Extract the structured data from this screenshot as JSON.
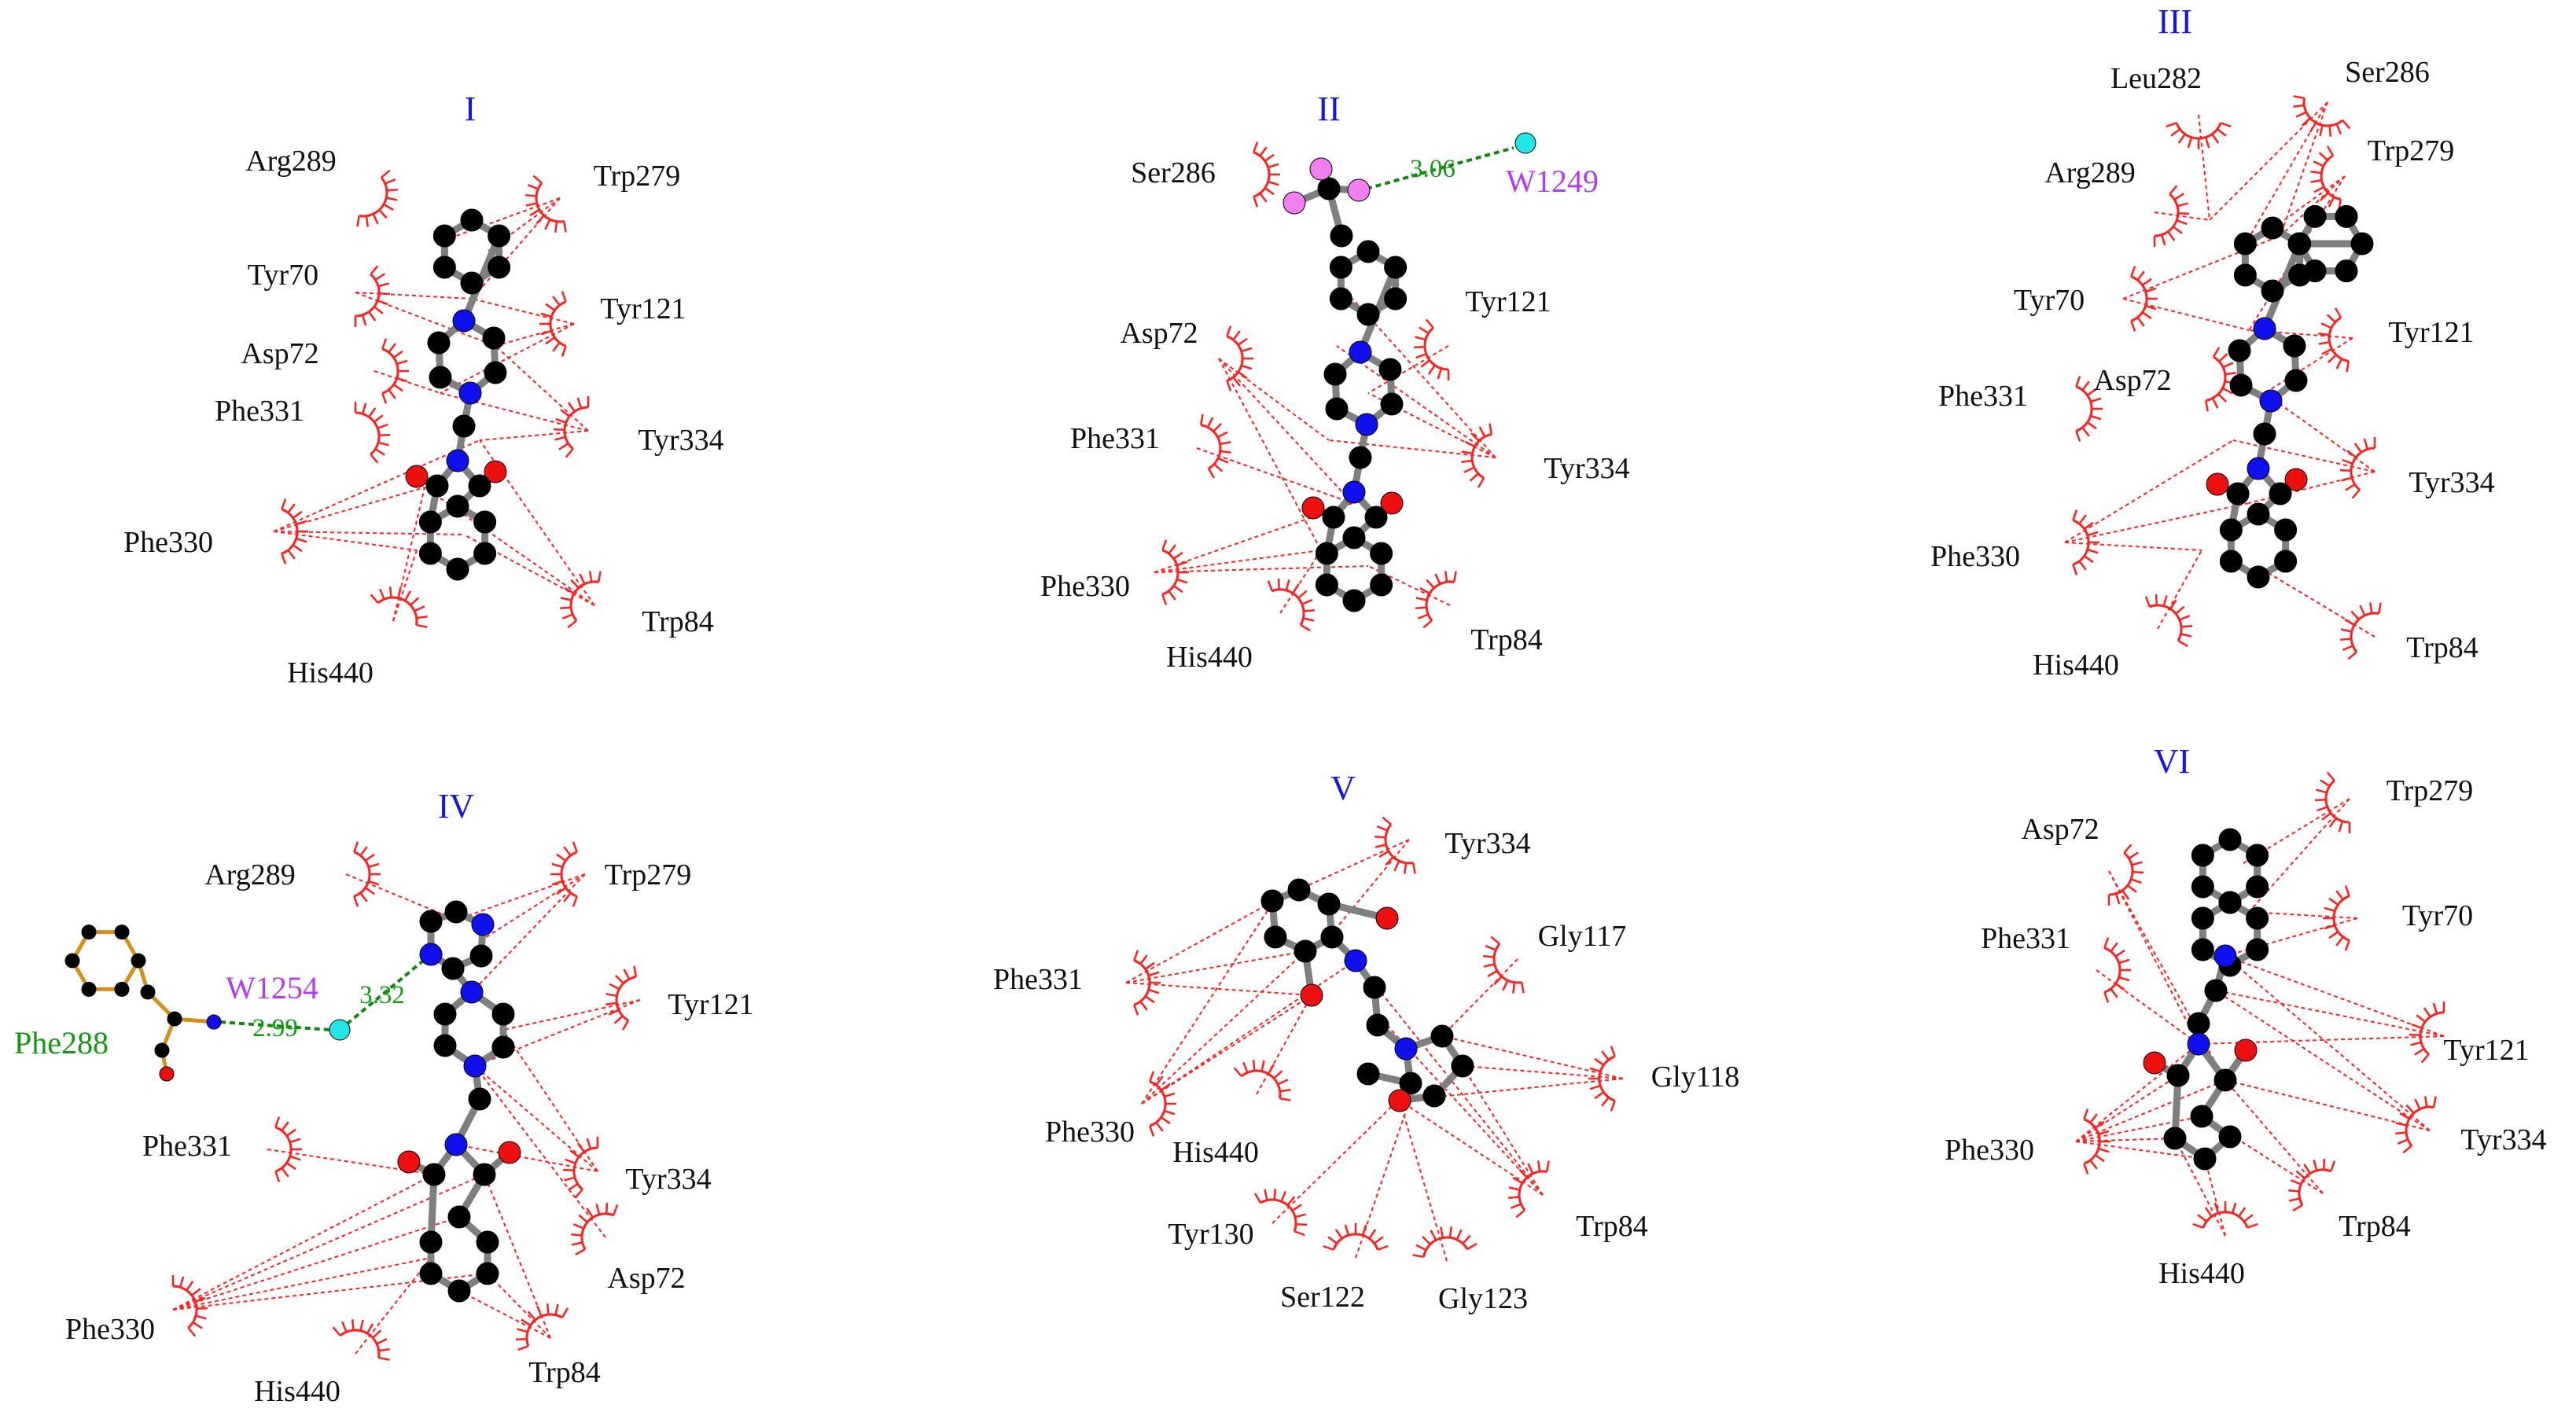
{
  "colors": {
    "panel_label": "#1515e6",
    "residue_label": "#111111",
    "contact_line": "#ff2020",
    "hbond_line": "#118811",
    "water_label": "#b43bf0",
    "green_label": "#119911",
    "distance_label": "#119911",
    "atom_carbon": "#000000",
    "atom_nitrogen": "#1010ee",
    "atom_oxygen": "#ee1010",
    "atom_fluorine": "#f080f0",
    "atom_water": "#22e6e6",
    "bond": "#7f7f7f",
    "side_chain_bond": "#d4901a"
  },
  "panels": [
    {
      "label": "I",
      "residues": [
        "Arg289",
        "Trp279",
        "Tyr70",
        "Tyr121",
        "Asp72",
        "Phe331",
        "Tyr334",
        "Phe330",
        "Trp84",
        "His440"
      ]
    },
    {
      "label": "II",
      "residues": [
        "Ser286",
        "Tyr121",
        "Asp72",
        "Phe331",
        "Tyr334",
        "Phe330",
        "His440",
        "Trp84"
      ],
      "water": "W1249",
      "distances": [
        "3.06"
      ]
    },
    {
      "label": "III",
      "residues": [
        "Leu282",
        "Ser286",
        "Arg289",
        "Trp279",
        "Tyr70",
        "Tyr121",
        "Phe331",
        "Asp72",
        "Tyr334",
        "Phe330",
        "His440",
        "Trp84"
      ]
    },
    {
      "label": "IV",
      "residues": [
        "Arg289",
        "Trp279",
        "Tyr121",
        "Phe331",
        "Tyr334",
        "Asp72",
        "Phe330",
        "His440",
        "Trp84"
      ],
      "side_chain_residue": "Phe288",
      "water": "W1254",
      "distances": [
        "3.32",
        "2.99"
      ]
    },
    {
      "label": "V",
      "residues": [
        "Tyr334",
        "Gly117",
        "Phe331",
        "Gly118",
        "Phe330",
        "His440",
        "Trp84",
        "Tyr130",
        "Ser122",
        "Gly123"
      ]
    },
    {
      "label": "VI",
      "residues": [
        "Trp279",
        "Asp72",
        "Tyr70",
        "Phe331",
        "Tyr121",
        "Tyr334",
        "Phe330",
        "Trp84",
        "His440"
      ]
    }
  ]
}
